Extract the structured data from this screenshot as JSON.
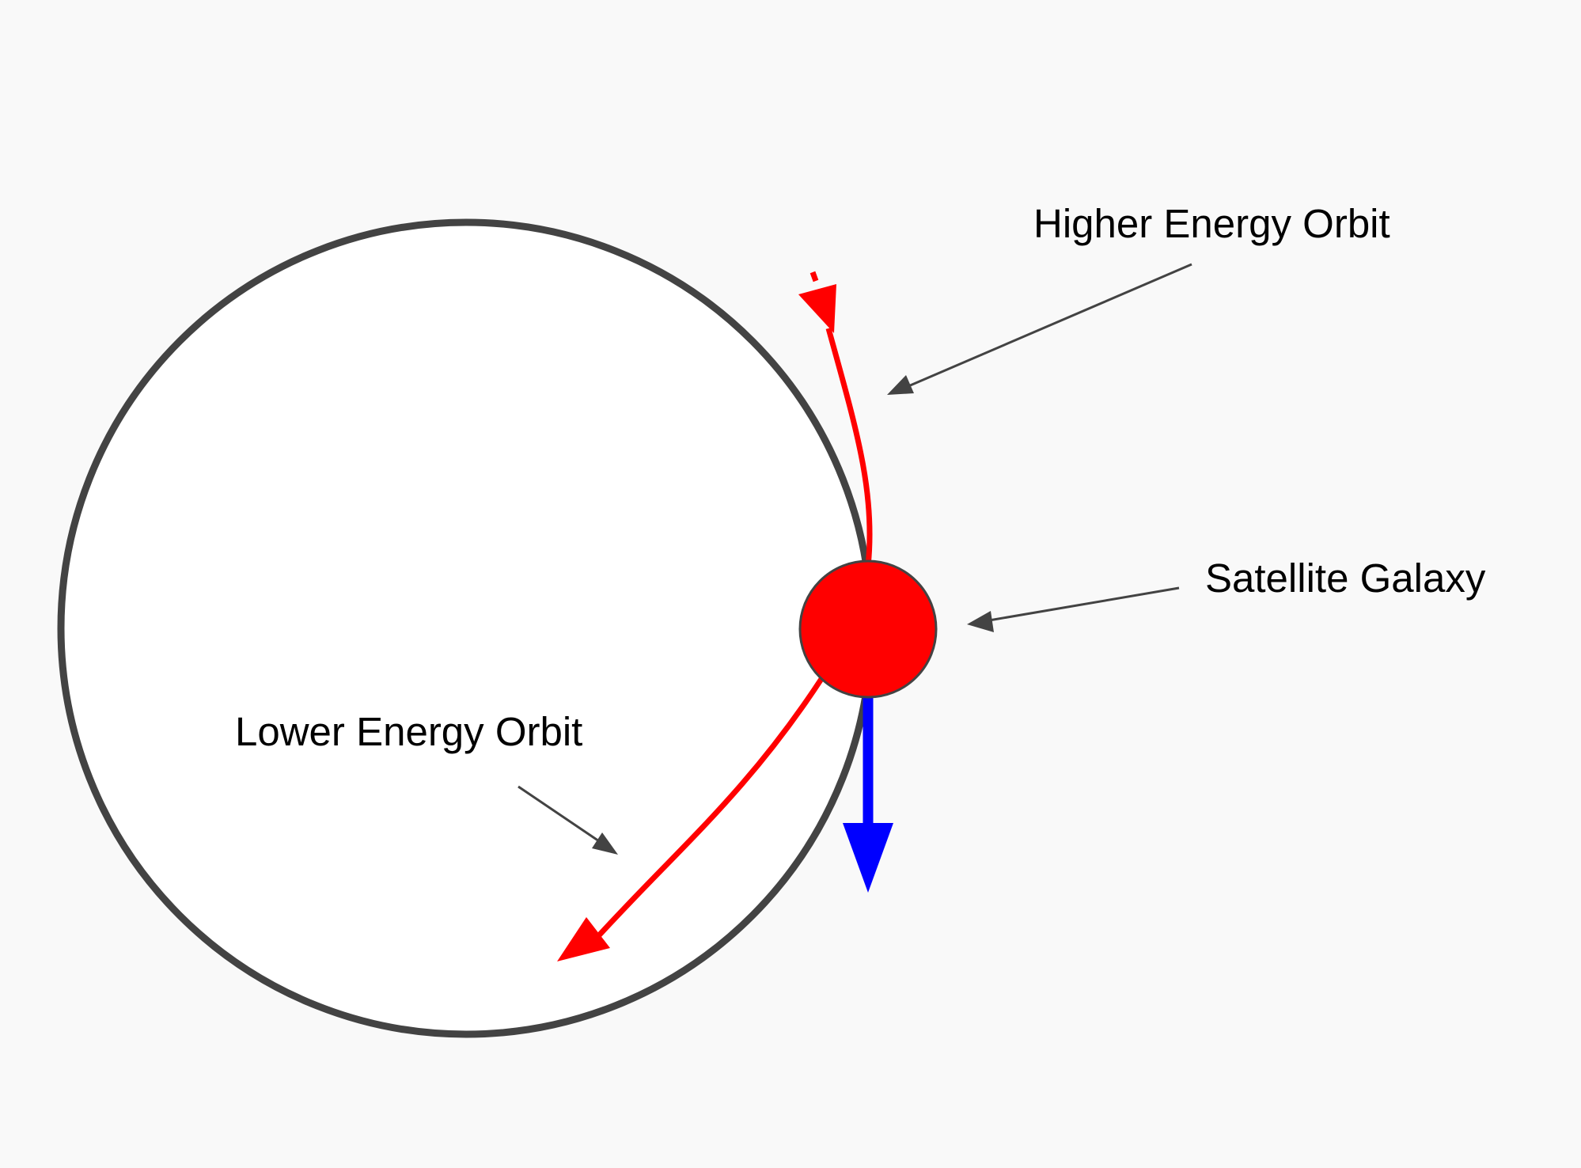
{
  "diagram": {
    "labels": {
      "higher_energy_orbit": "Higher Energy Orbit",
      "satellite_galaxy": "Satellite Galaxy",
      "lower_energy_orbit": "Lower Energy Orbit"
    },
    "colors": {
      "background": "#f9f9f9",
      "orbit_outline": "#434343",
      "satellite_fill": "#ff0000",
      "orbit_path": "#ff0000",
      "velocity_arrow": "#0000ff",
      "pointer": "#434343",
      "text": "#000000"
    }
  }
}
